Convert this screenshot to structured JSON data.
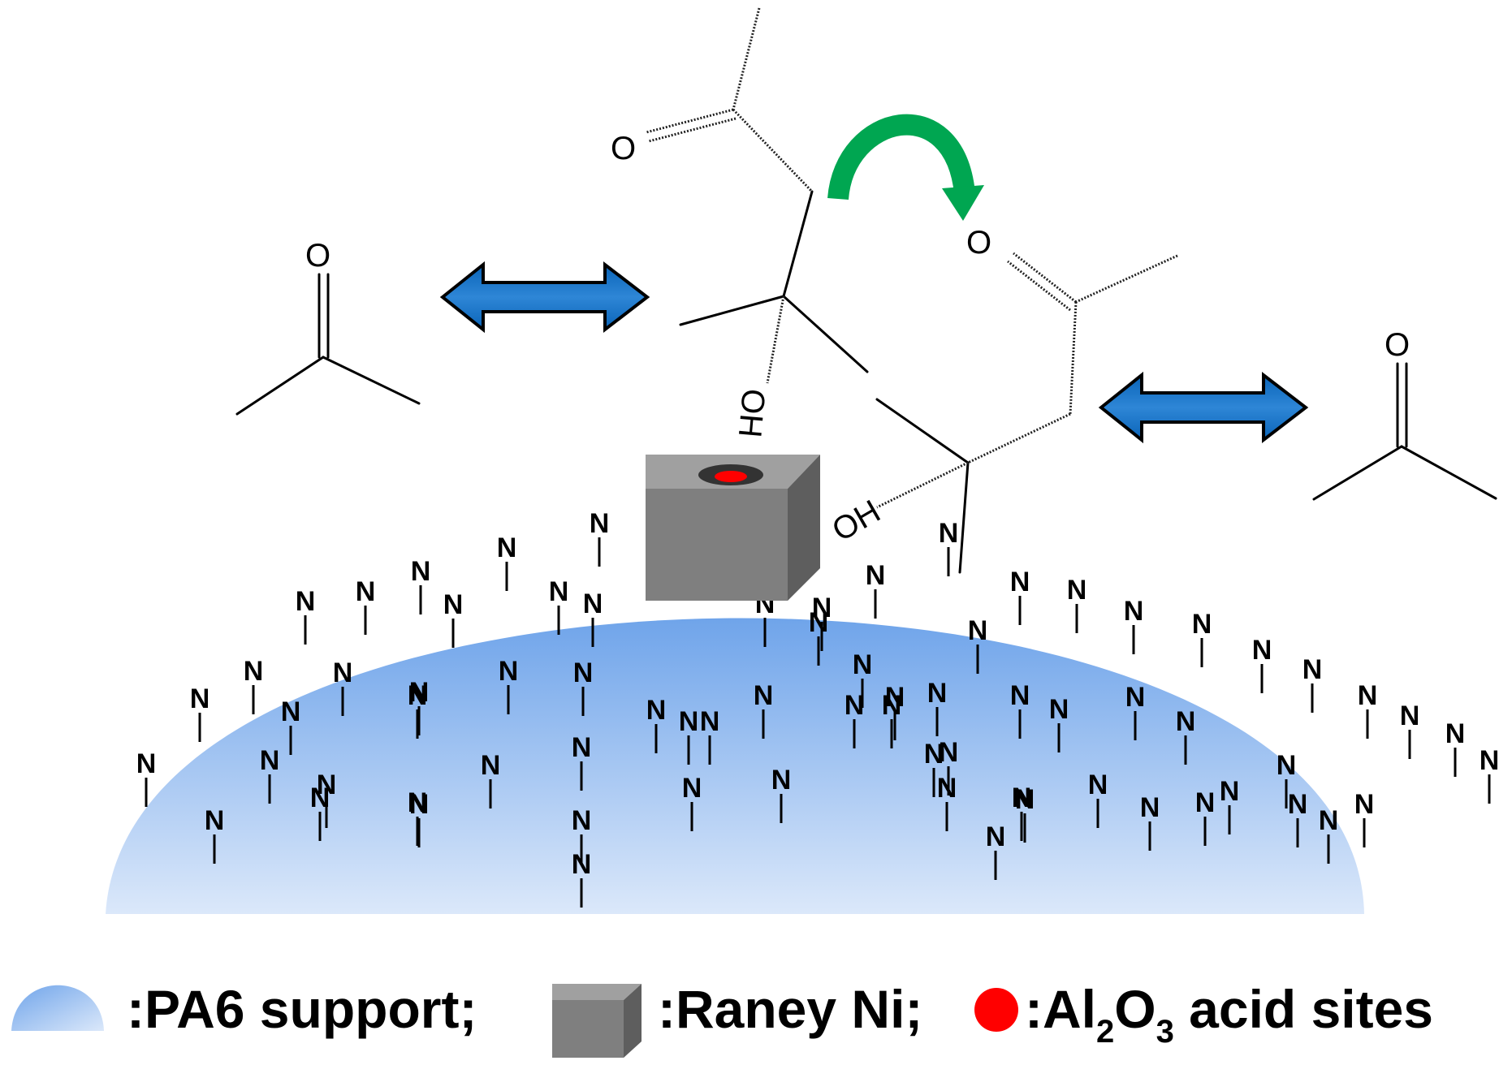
{
  "labels": {
    "oxygen": "O",
    "hydroxyl": "OH",
    "nitrogen": "N"
  },
  "legend": {
    "support_label": ":PA6 support;",
    "raney_label": ":Raney Ni;",
    "acid_prefix": ":Al",
    "acid_sub1": "2",
    "acid_mid": "O",
    "acid_sub2": "3",
    "acid_suffix": " acid sites"
  },
  "colors": {
    "support_top": "#6fa4ea",
    "support_bottom": "#dbe8fa",
    "cube_front": "#7f7f7f",
    "cube_top": "#a0a0a0",
    "cube_side": "#5e5e5e",
    "acid_site": "#ff0000",
    "double_arrow": "#0a64b8",
    "curved_arrow": "#00a651"
  }
}
